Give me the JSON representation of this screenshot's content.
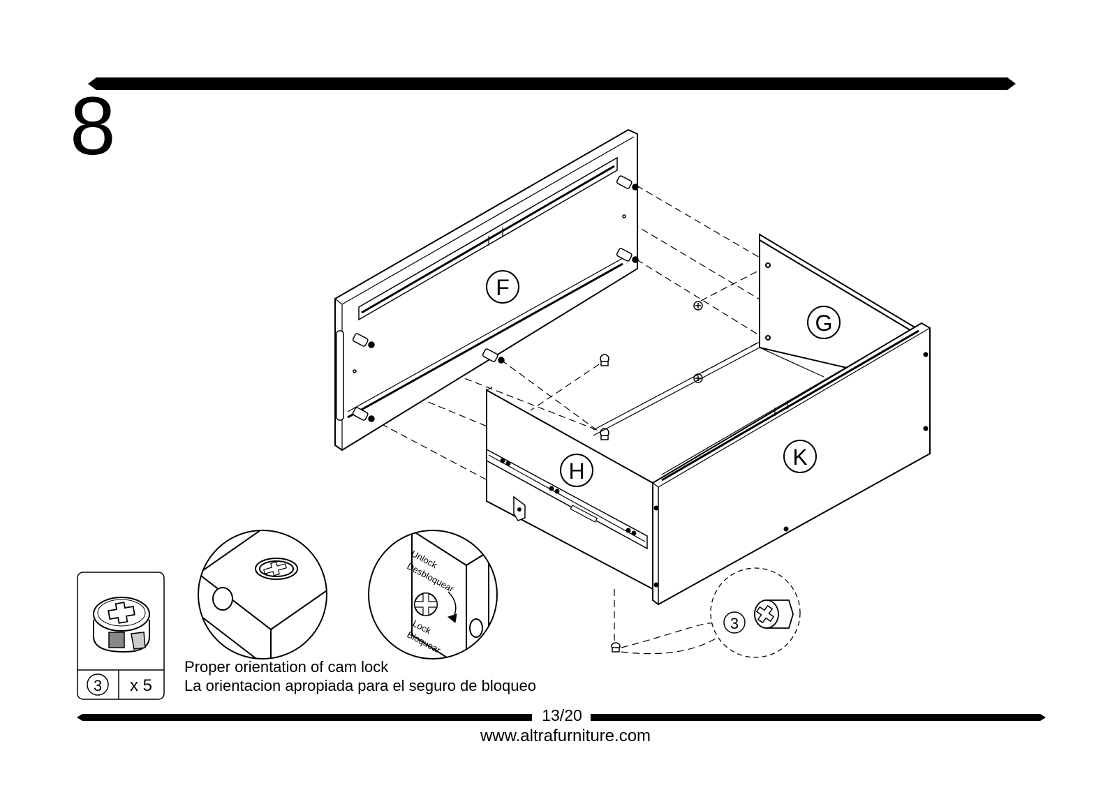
{
  "step": {
    "number": "8"
  },
  "panels": {
    "f": "F",
    "g": "G",
    "h": "H",
    "k": "K"
  },
  "hardware": {
    "part_number": "3",
    "quantity": "x 5"
  },
  "callout": {
    "part_number": "3"
  },
  "cam_lock_detail": {
    "unlock_en": "Unlock",
    "unlock_es": "Desbloquear",
    "lock_en": "Lock",
    "lock_es": "Bloquear"
  },
  "caption": {
    "en": "Proper orientation of cam lock",
    "es": "La orientacion apropiada para el seguro de bloqueo"
  },
  "footer": {
    "page": "13/20",
    "website": "www.altrafurniture.com"
  }
}
